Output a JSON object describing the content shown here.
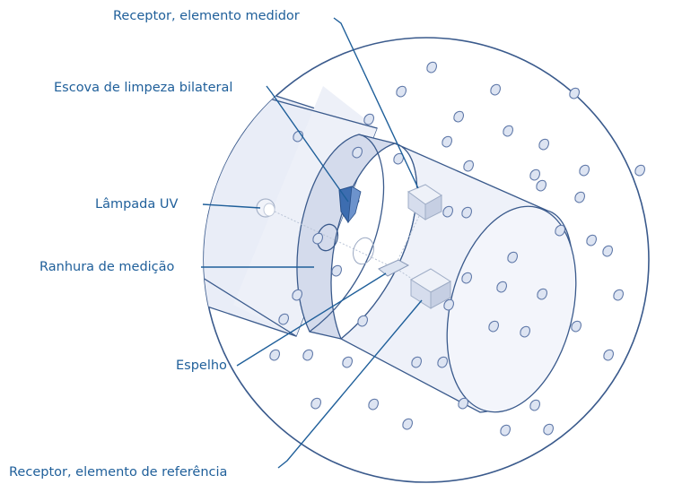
{
  "labels": {
    "receptor_medidor": "Receptor, elemento medidor",
    "escova": "Escova de limpeza bilateral",
    "lampada": "Lâmpada UV",
    "ranhura": "Ranhura de medição",
    "espelho": "Espelho",
    "receptor_referencia": "Receptor, elemento de referência"
  },
  "colors": {
    "label_text": "#1f5f9a",
    "outline": "#3a5a8c",
    "cylinder_fill": "#eef1f9",
    "slot_fill": "#d4dbec",
    "brush": "#3d6db0"
  }
}
